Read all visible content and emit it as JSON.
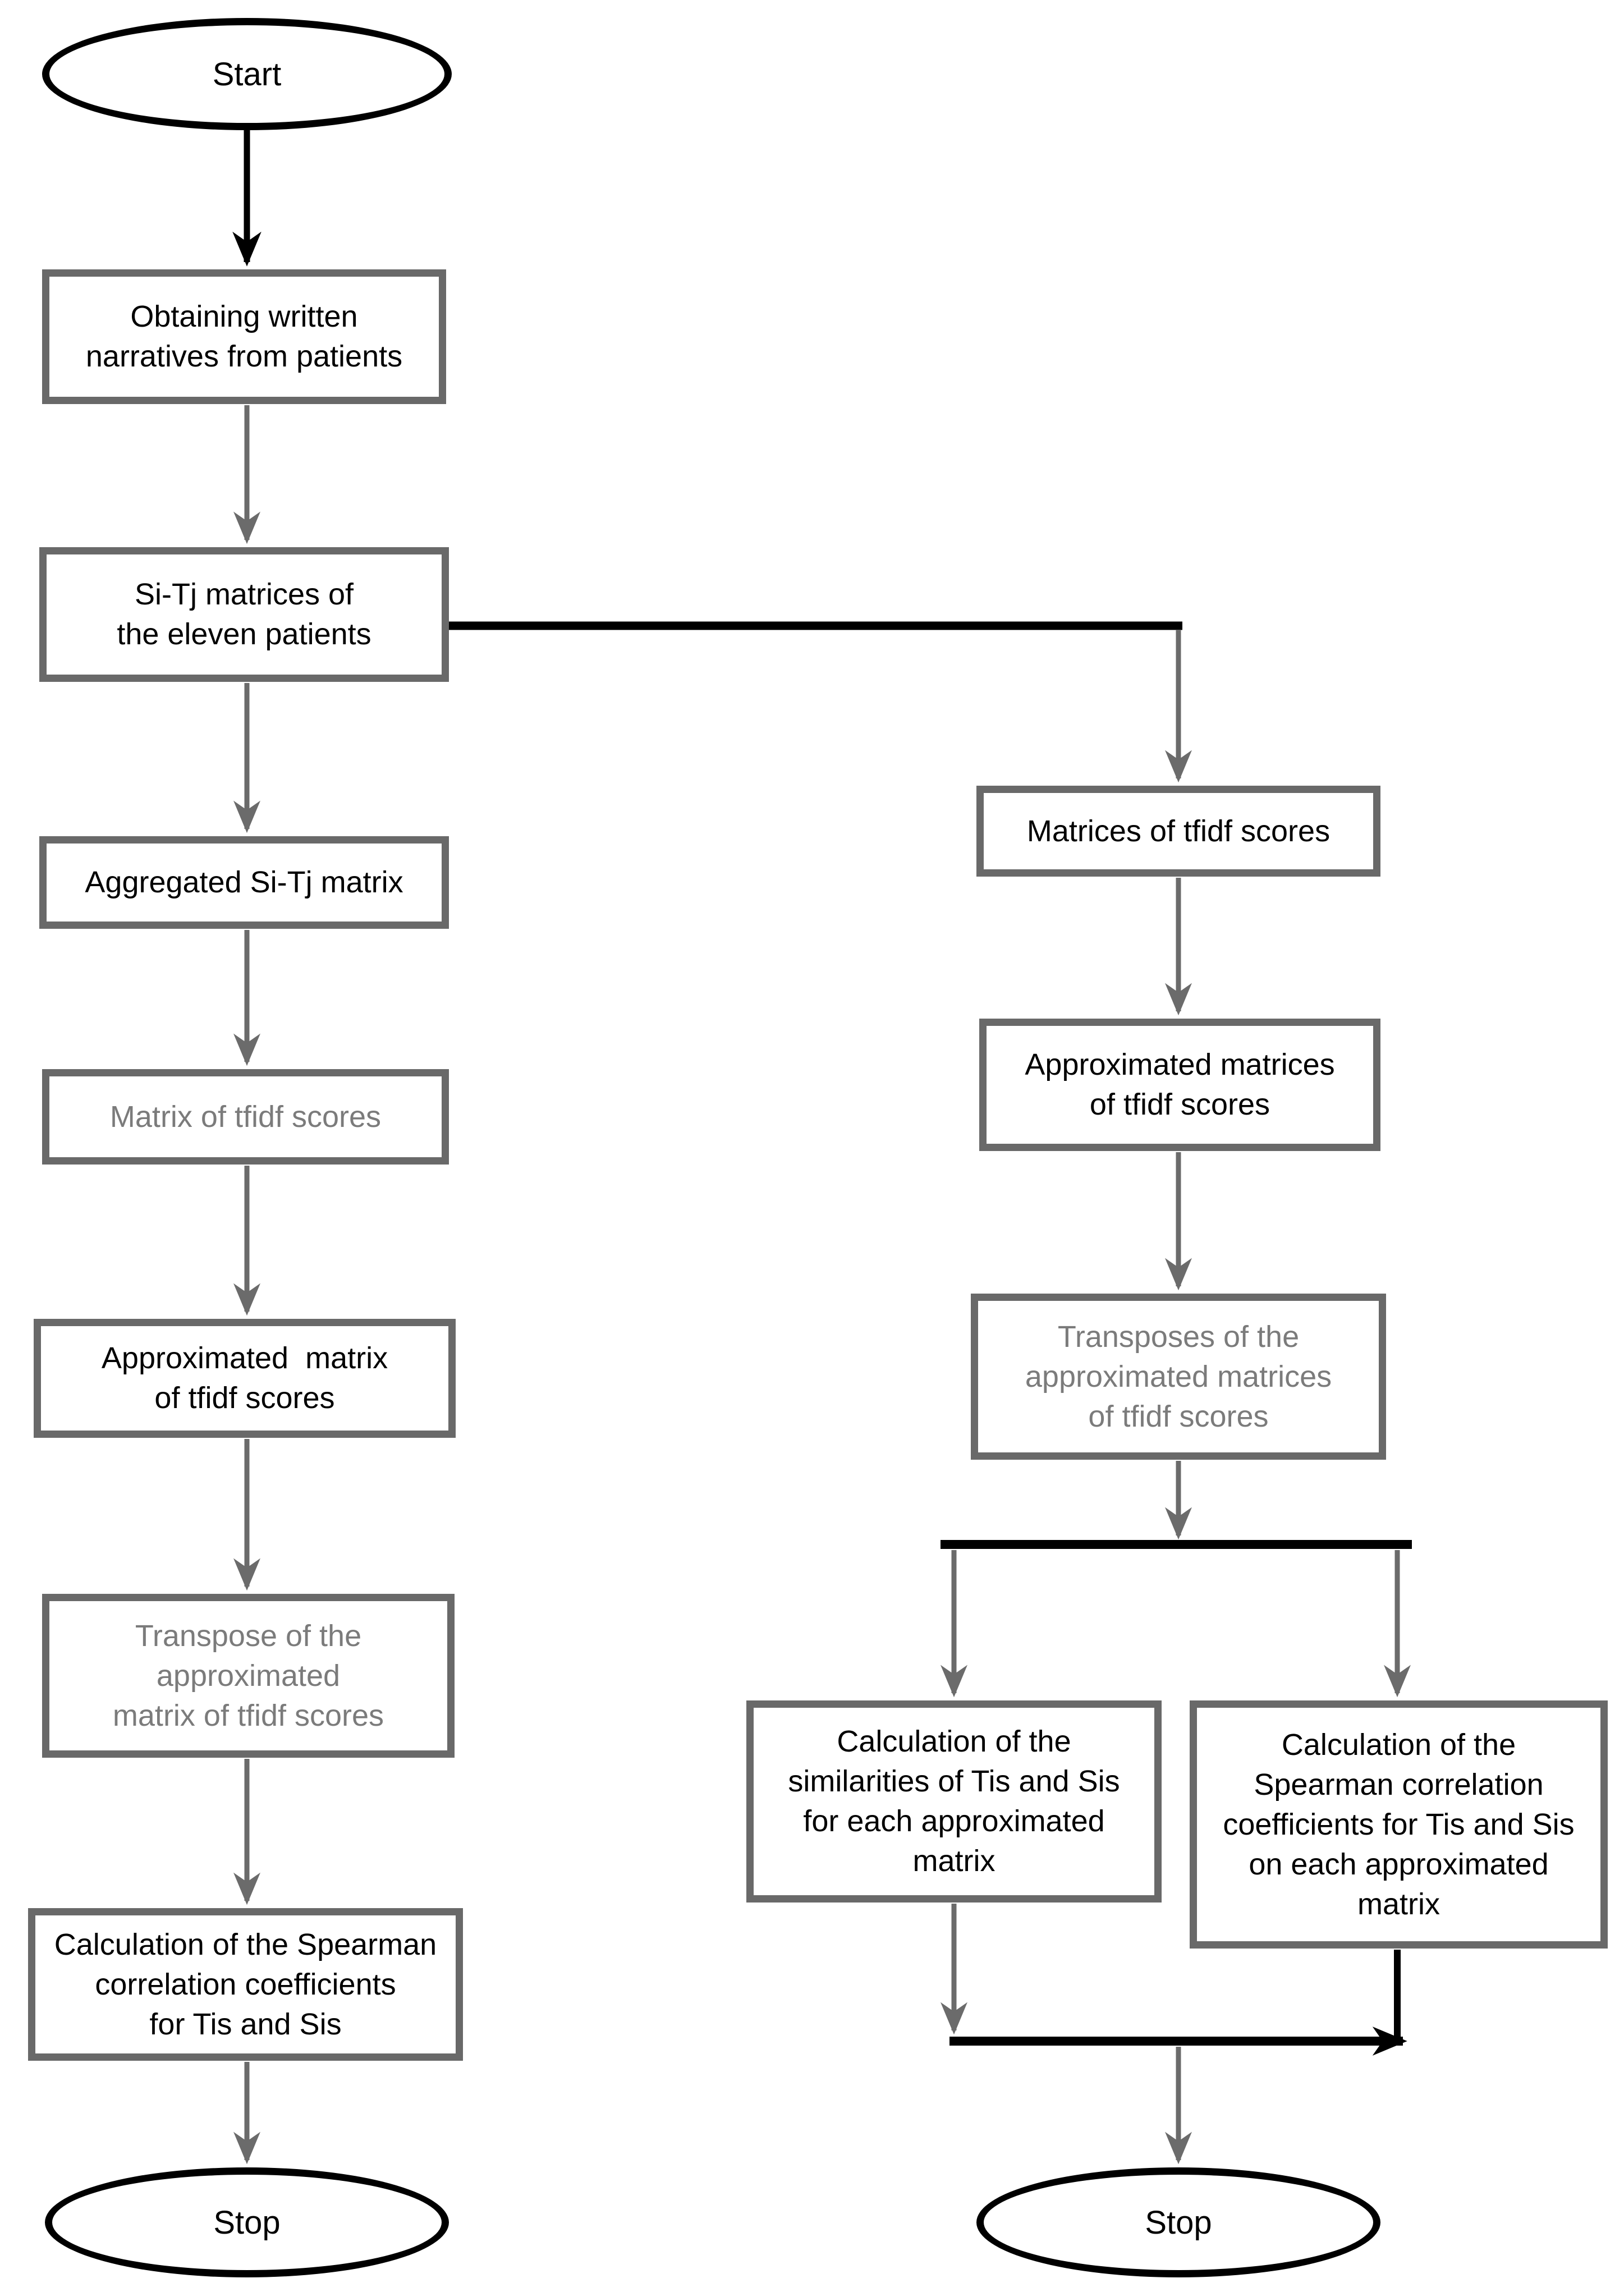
{
  "diagram": {
    "type": "flowchart",
    "colors": {
      "box_border": "#696969",
      "wire_gray": "#6b6b6b",
      "wire_black": "#000000",
      "text_black": "#000000",
      "text_gray": "#7b7b7b"
    },
    "nodes": {
      "start_left": {
        "shape": "terminator",
        "label": "Start"
      },
      "obtaining": {
        "shape": "process",
        "label": "Obtaining written\nnarratives from patients"
      },
      "sitj": {
        "shape": "process",
        "label": "Si-Tj matrices of\nthe eleven patients"
      },
      "aggregated": {
        "shape": "process",
        "label": "Aggregated Si-Tj matrix"
      },
      "matrix_tfidf": {
        "shape": "process",
        "tone": "gray",
        "label": "Matrix of tfidf scores"
      },
      "approx_matrix": {
        "shape": "process",
        "label": "Approximated  matrix\nof tfidf scores"
      },
      "transpose": {
        "shape": "process",
        "tone": "gray",
        "label": "Transpose of the\napproximated\nmatrix of tfidf scores"
      },
      "spearman_left": {
        "shape": "process",
        "label": "Calculation of the Spearman\ncorrelation coefficients\nfor Tis and Sis"
      },
      "stop_left": {
        "shape": "terminator",
        "label": "Stop"
      },
      "matrices_tfidf": {
        "shape": "process",
        "label": "Matrices of tfidf scores"
      },
      "approx_matrices": {
        "shape": "process",
        "label": "Approximated matrices\nof tfidf scores"
      },
      "transposes": {
        "shape": "process",
        "tone": "gray",
        "label": "Transposes of the\napproximated matrices\nof tfidf scores"
      },
      "similarities": {
        "shape": "process",
        "label": "Calculation of the\nsimilarities of Tis and Sis\nfor each approximated\nmatrix"
      },
      "spearman_right": {
        "shape": "process",
        "label": "Calculation of the\nSpearman correlation\ncoefficients for Tis and Sis\non each approximated\nmatrix"
      },
      "stop_right": {
        "shape": "terminator",
        "label": "Stop"
      }
    }
  }
}
